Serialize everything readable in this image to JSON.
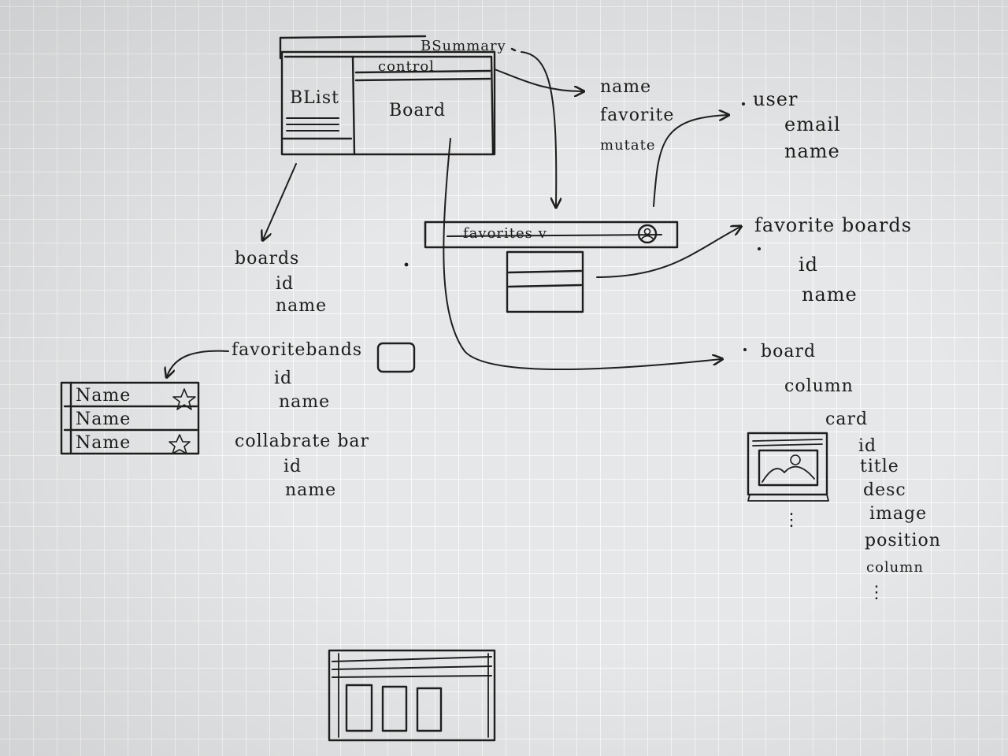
{
  "sketch": {
    "wireframe": {
      "title": "BSummary",
      "control_label": "control",
      "list_label": "BList",
      "board_label": "Board"
    },
    "summary_fields": [
      "name",
      "favorite",
      "mutate"
    ],
    "user_fields": [
      "user",
      "email",
      "name"
    ],
    "favorites_bar_label": "favorites v",
    "favorite_boards_fields": [
      "favorite boards",
      "id",
      "name"
    ],
    "boards_fields": [
      "boards",
      "id",
      "name"
    ],
    "favorite_bands_fields": [
      "favoritebands",
      "id",
      "name"
    ],
    "collaborate_fields": [
      "collabrate bar",
      "id",
      "name"
    ],
    "list_rows": [
      "Name",
      "Name",
      "Name"
    ],
    "board_fields": [
      "board",
      "column"
    ],
    "card_fields": [
      "card",
      "id",
      "title",
      "desc",
      "image",
      "position",
      "column"
    ],
    "ellipsis": "⋮"
  }
}
